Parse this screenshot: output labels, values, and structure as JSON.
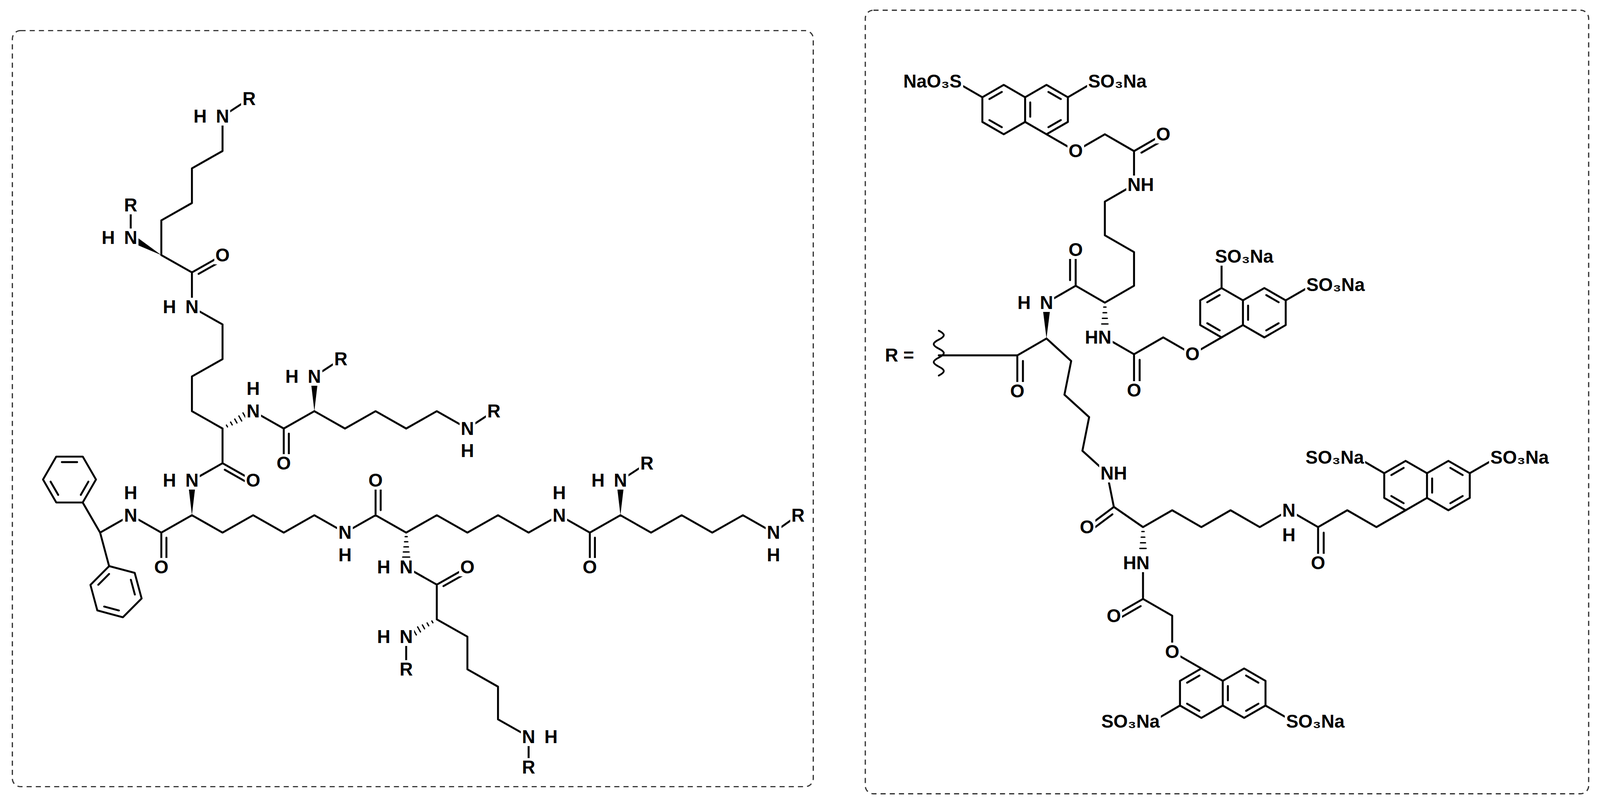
{
  "diagram": {
    "labels": [
      "R",
      "N",
      "H",
      "R",
      "N",
      "H",
      "O",
      "N",
      "H",
      "R",
      "N",
      "H",
      "H",
      "N",
      "R",
      "N",
      "H",
      "O",
      "H",
      "N",
      "O",
      "O",
      "R",
      "N",
      "H",
      "H",
      "N",
      "H",
      "N",
      "R",
      "N",
      "H",
      "N",
      "H",
      "O",
      "H",
      "N",
      "O",
      "O",
      "H",
      "N",
      "R",
      "N",
      "H",
      "R",
      "SO₃Na",
      "NaO₃S",
      "O",
      "O",
      "NH",
      "O",
      "SO₃Na",
      "SO₃Na",
      "H",
      "N",
      "HN",
      "O",
      "R =",
      "O",
      "O",
      "SO₃Na",
      "SO₃Na",
      "NH",
      "N",
      "O",
      "H",
      "O",
      "HN",
      "O",
      "O",
      "SO₃Na",
      "SO₃Na"
    ]
  }
}
